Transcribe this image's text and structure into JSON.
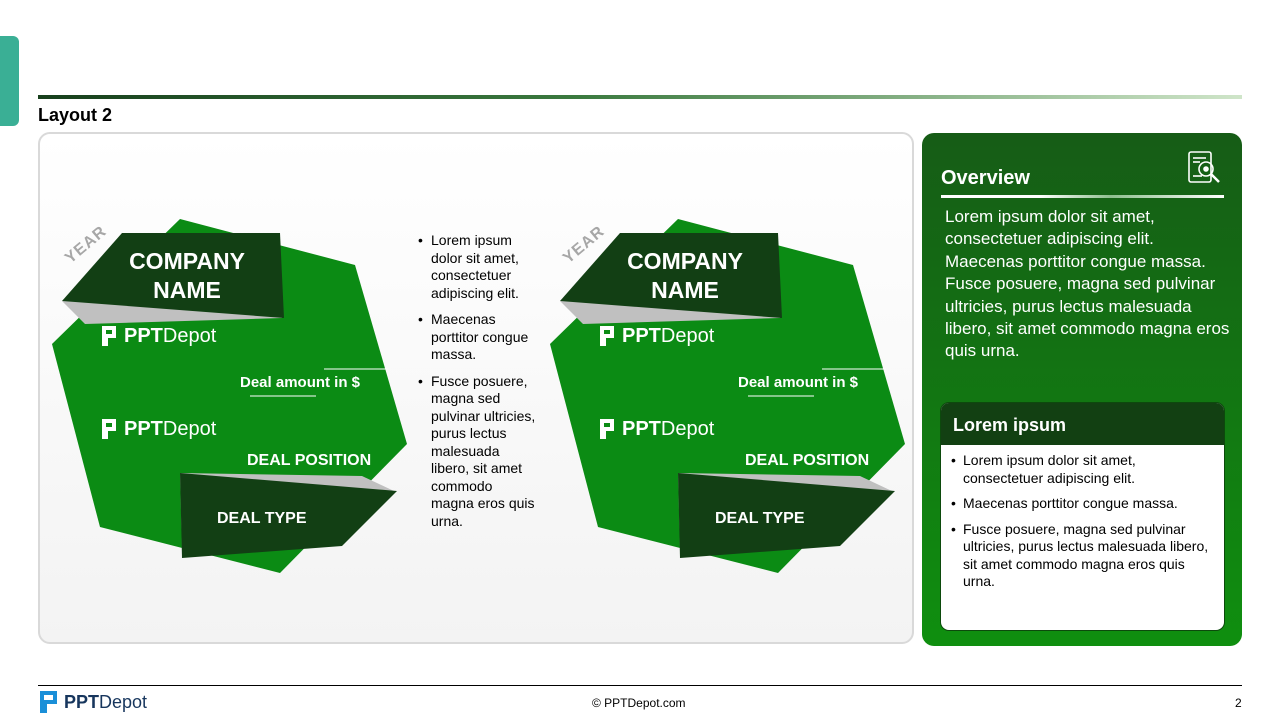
{
  "slide": {
    "title": "Layout 2",
    "page_number": "2",
    "copyright": "© PPTDepot.com"
  },
  "colors": {
    "accent_green": "#0b8b14",
    "dark_green": "#123f14",
    "teal_tab": "#3aaf95",
    "gray_shadow": "#c0c0c0"
  },
  "cards": [
    {
      "year": "YEAR",
      "company_name": "COMPANY\nNAME",
      "logo_bold": "PPT",
      "logo_light": "Depot",
      "deal_amount": "Deal amount in $",
      "deal_position": "DEAL POSITION",
      "deal_type": "DEAL TYPE"
    },
    {
      "year": "YEAR",
      "company_name": "COMPANY\nNAME",
      "logo_bold": "PPT",
      "logo_light": "Depot",
      "deal_amount": "Deal amount in $",
      "deal_position": "DEAL POSITION",
      "deal_type": "DEAL TYPE"
    }
  ],
  "middle_bullets": [
    "Lorem ipsum dolor sit amet, consectetuer adipiscing elit.",
    "Maecenas porttitor congue massa.",
    "Fusce posuere, magna sed pulvinar ultricies, purus lectus malesuada libero, sit amet commodo magna eros quis urna."
  ],
  "overview": {
    "title": "Overview",
    "icon": "document-search-icon",
    "text": "Lorem ipsum dolor sit amet, consectetuer adipiscing elit. Maecenas porttitor congue massa. Fusce posuere, magna sed pulvinar ultricies, purus lectus malesuada libero, sit amet commodo magna eros quis urna."
  },
  "lorem_box": {
    "title": "Lorem ipsum",
    "items": [
      "Lorem ipsum dolor sit amet, consectetuer adipiscing elit.",
      "Maecenas porttitor congue massa.",
      "Fusce posuere, magna sed pulvinar ultricies, purus lectus malesuada libero, sit amet commodo magna eros quis urna."
    ]
  },
  "footer_logo": {
    "bold": "PPT",
    "light": "Depot"
  }
}
